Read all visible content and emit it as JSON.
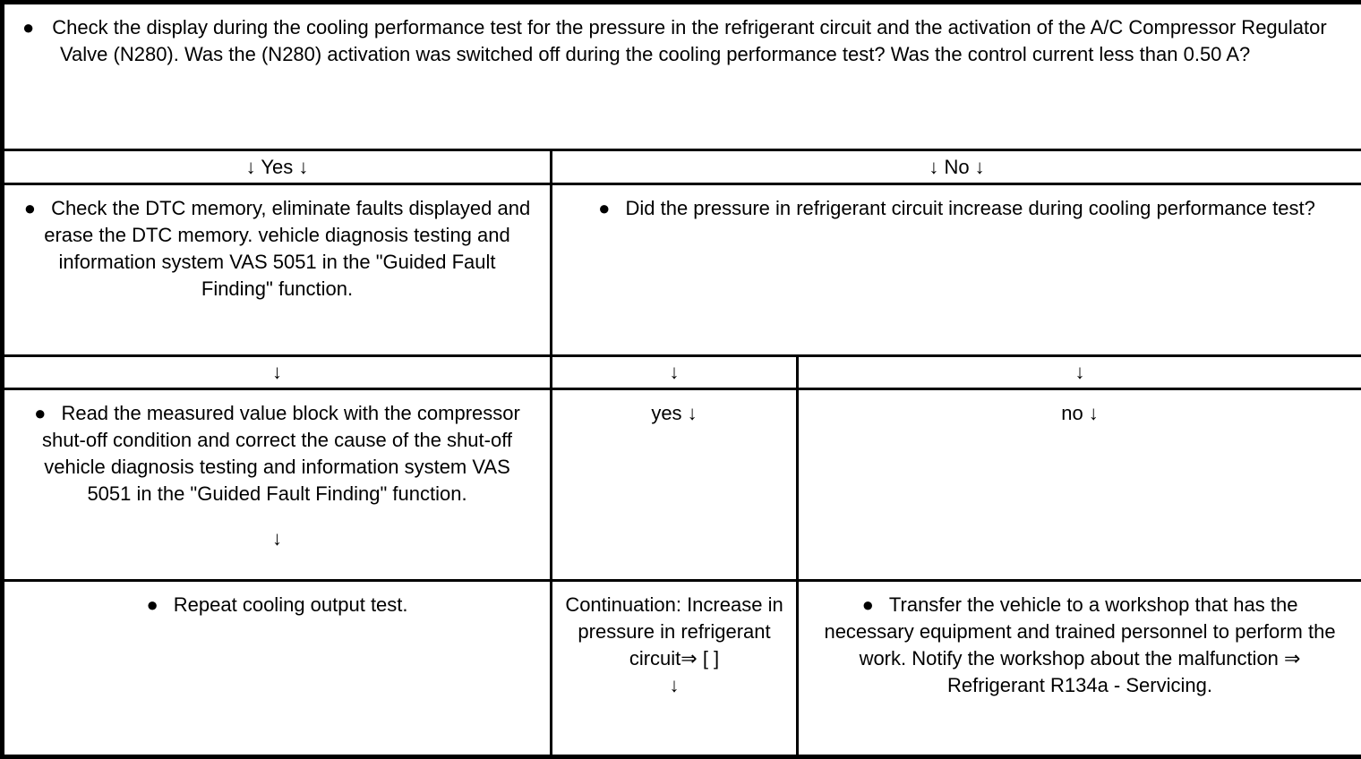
{
  "colors": {
    "background": "#ffffff",
    "text": "#000000",
    "border": "#000000"
  },
  "glyphs": {
    "bullet": "●",
    "down_arrow": "↓"
  },
  "flowchart": {
    "question": "Check the display during the cooling performance test for the pressure in the refrigerant circuit and the activation of the A/C Compressor Regulator Valve (N280). Was the (N280) activation was switched off during the cooling performance test? Was the control current less than 0.50 A?",
    "branch_headers": {
      "yes": "↓ Yes ↓",
      "no": "↓ No ↓"
    },
    "yes_branch": {
      "step1": "Check the DTC memory, eliminate faults displayed and erase the DTC memory. vehicle diagnosis testing and information system VAS 5051 in the \"Guided Fault Finding\" function.",
      "step2": "Read the measured value block with the compressor shut-off condition and correct the cause of the shut-off vehicle diagnosis testing and information system VAS 5051 in the \"Guided Fault Finding\" function.",
      "step3": "Repeat cooling output test."
    },
    "no_branch": {
      "question": "Did the pressure in refrigerant circuit increase during cooling performance test?",
      "yes_label": "yes ↓",
      "no_label": "no ↓",
      "yes_result": "Continuation: Increase in pressure in refrigerant circuit⇒ [ ]",
      "no_result": "Transfer the vehicle to a workshop that has the necessary equipment and trained personnel to perform the work. Notify the workshop about the malfunction ⇒ Refrigerant R134a - Servicing."
    }
  }
}
